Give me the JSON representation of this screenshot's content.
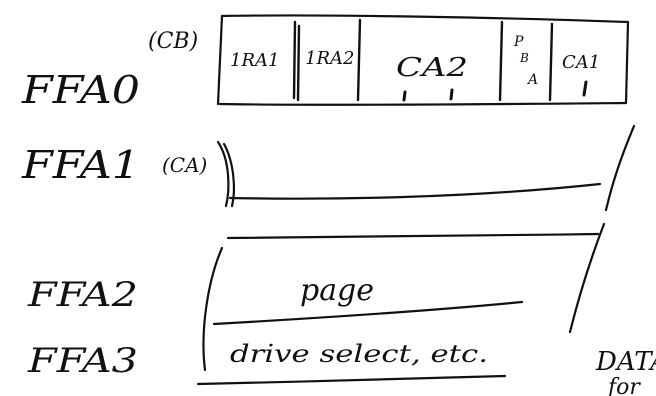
{
  "registers": [
    {
      "label": "FFA0",
      "note": "(CB)"
    },
    {
      "label": "FFA1",
      "note": "(CA)"
    },
    {
      "label": "FFA2",
      "note": ""
    },
    {
      "label": "FFA3",
      "note": ""
    }
  ],
  "ffa0_fields": [
    "1RA1",
    "1RA2",
    "CA2",
    "PB",
    "CA1"
  ],
  "ffa0_sub": {
    "pb_top": "P",
    "pb_mid": "B",
    "pb_low": "A"
  },
  "ffa2_field": "page",
  "ffa3_field": "drive select, etc.",
  "side_note": {
    "line1": "DATA",
    "line2": "for"
  }
}
